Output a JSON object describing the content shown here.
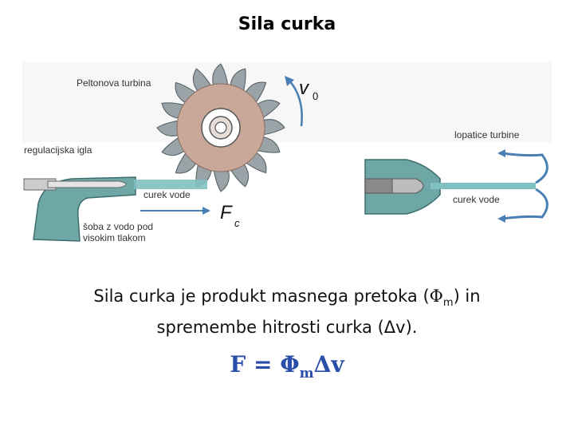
{
  "title": "Sila curka",
  "figure": {
    "left": {
      "label_turbine": "Peltonova turbina",
      "label_needle": "regulacijska igla",
      "label_jet": "curek vode",
      "label_nozzle_line1": "šoba z vodo pod",
      "label_nozzle_line2": "visokim tlakom",
      "label_velocity": "v",
      "label_velocity_sub": "0",
      "label_force": "F",
      "label_force_sub": "c"
    },
    "right": {
      "label_blades": "lopatice turbine",
      "label_jet": "curek vode"
    }
  },
  "caption": {
    "part1": "Sila curka je produkt masnega pretoka (",
    "phi": "Φ",
    "phi_sub": "m",
    "part2": ") in",
    "line2": "spremembe hitrosti curka (Δv)."
  },
  "formula": {
    "lhs": "F = Φ",
    "sub": "m",
    "rhs": "Δv"
  },
  "colors": {
    "nozzle": "#6fa7a7",
    "wheel": "#c9a89a",
    "arrow": "#4a7fb5",
    "formula": "#2a4fa8"
  }
}
